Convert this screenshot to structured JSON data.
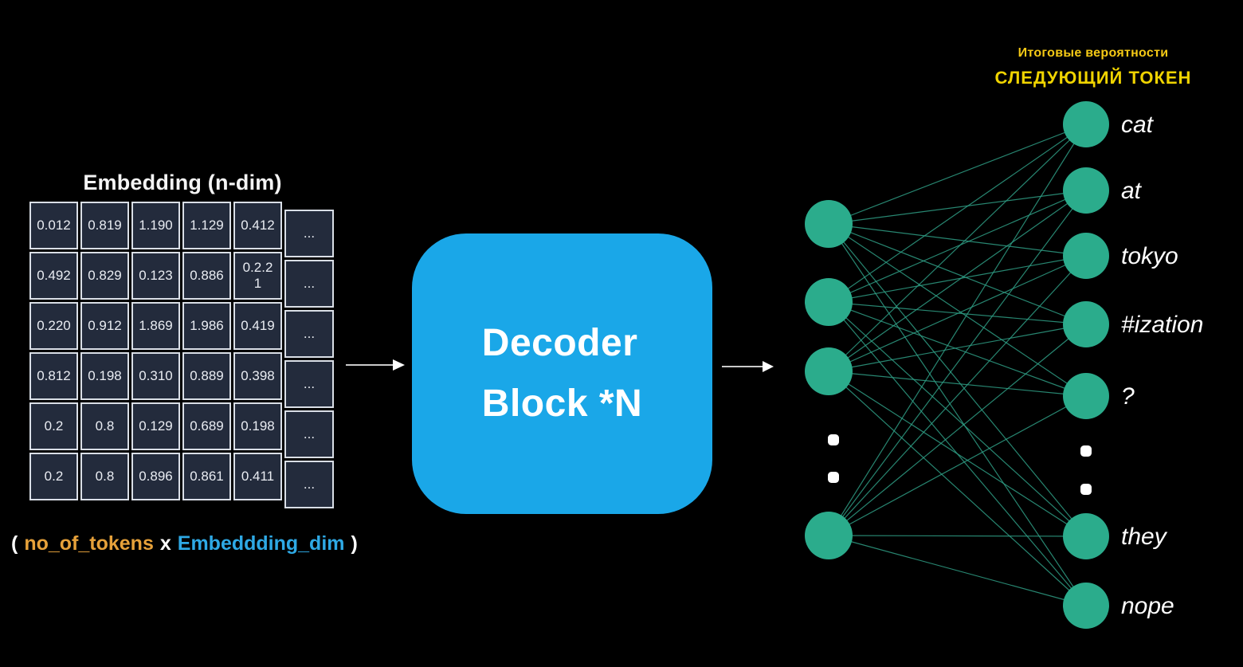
{
  "embedding": {
    "title": "Embedding (n-dim)",
    "rows": [
      [
        "0.012",
        "0.819",
        "1.190",
        "1.129",
        "0.412"
      ],
      [
        "0.492",
        "0.829",
        "0.123",
        "0.886",
        "0.2.2\n1"
      ],
      [
        "0.220",
        "0.912",
        "1.869",
        "1.986",
        "0.419"
      ],
      [
        "0.812",
        "0.198",
        "0.310",
        "0.889",
        "0.398"
      ],
      [
        "0.2",
        "0.8",
        "0.129",
        "0.689",
        "0.198"
      ],
      [
        "0.2",
        "0.8",
        "0.896",
        "0.861",
        "0.411"
      ]
    ],
    "ellipsis": "...",
    "caption": {
      "open": "(",
      "tokens": "no_of_tokens",
      "times": "x",
      "dim": "Embeddding_dim",
      "close": ")"
    }
  },
  "decoder": {
    "line1": "Decoder",
    "line2": "Block *N"
  },
  "network": {
    "header_small": "Итоговые вероятности",
    "header_large": "СЛЕДУЮЩИЙ ТОКЕН",
    "output_labels": [
      "cat",
      "at",
      "tokyo",
      "#ization",
      "?",
      "they",
      "nope"
    ]
  },
  "colors": {
    "decoder_blue": "#1aa7e8",
    "node_teal": "#2bac8c",
    "edge_teal": "#2f9e85",
    "header_yellow": "#f0d400",
    "caption_orange": "#e6a13a",
    "caption_blue": "#2ea9e5",
    "cell_bg": "#232b3c",
    "cell_border": "#d9dee6"
  }
}
